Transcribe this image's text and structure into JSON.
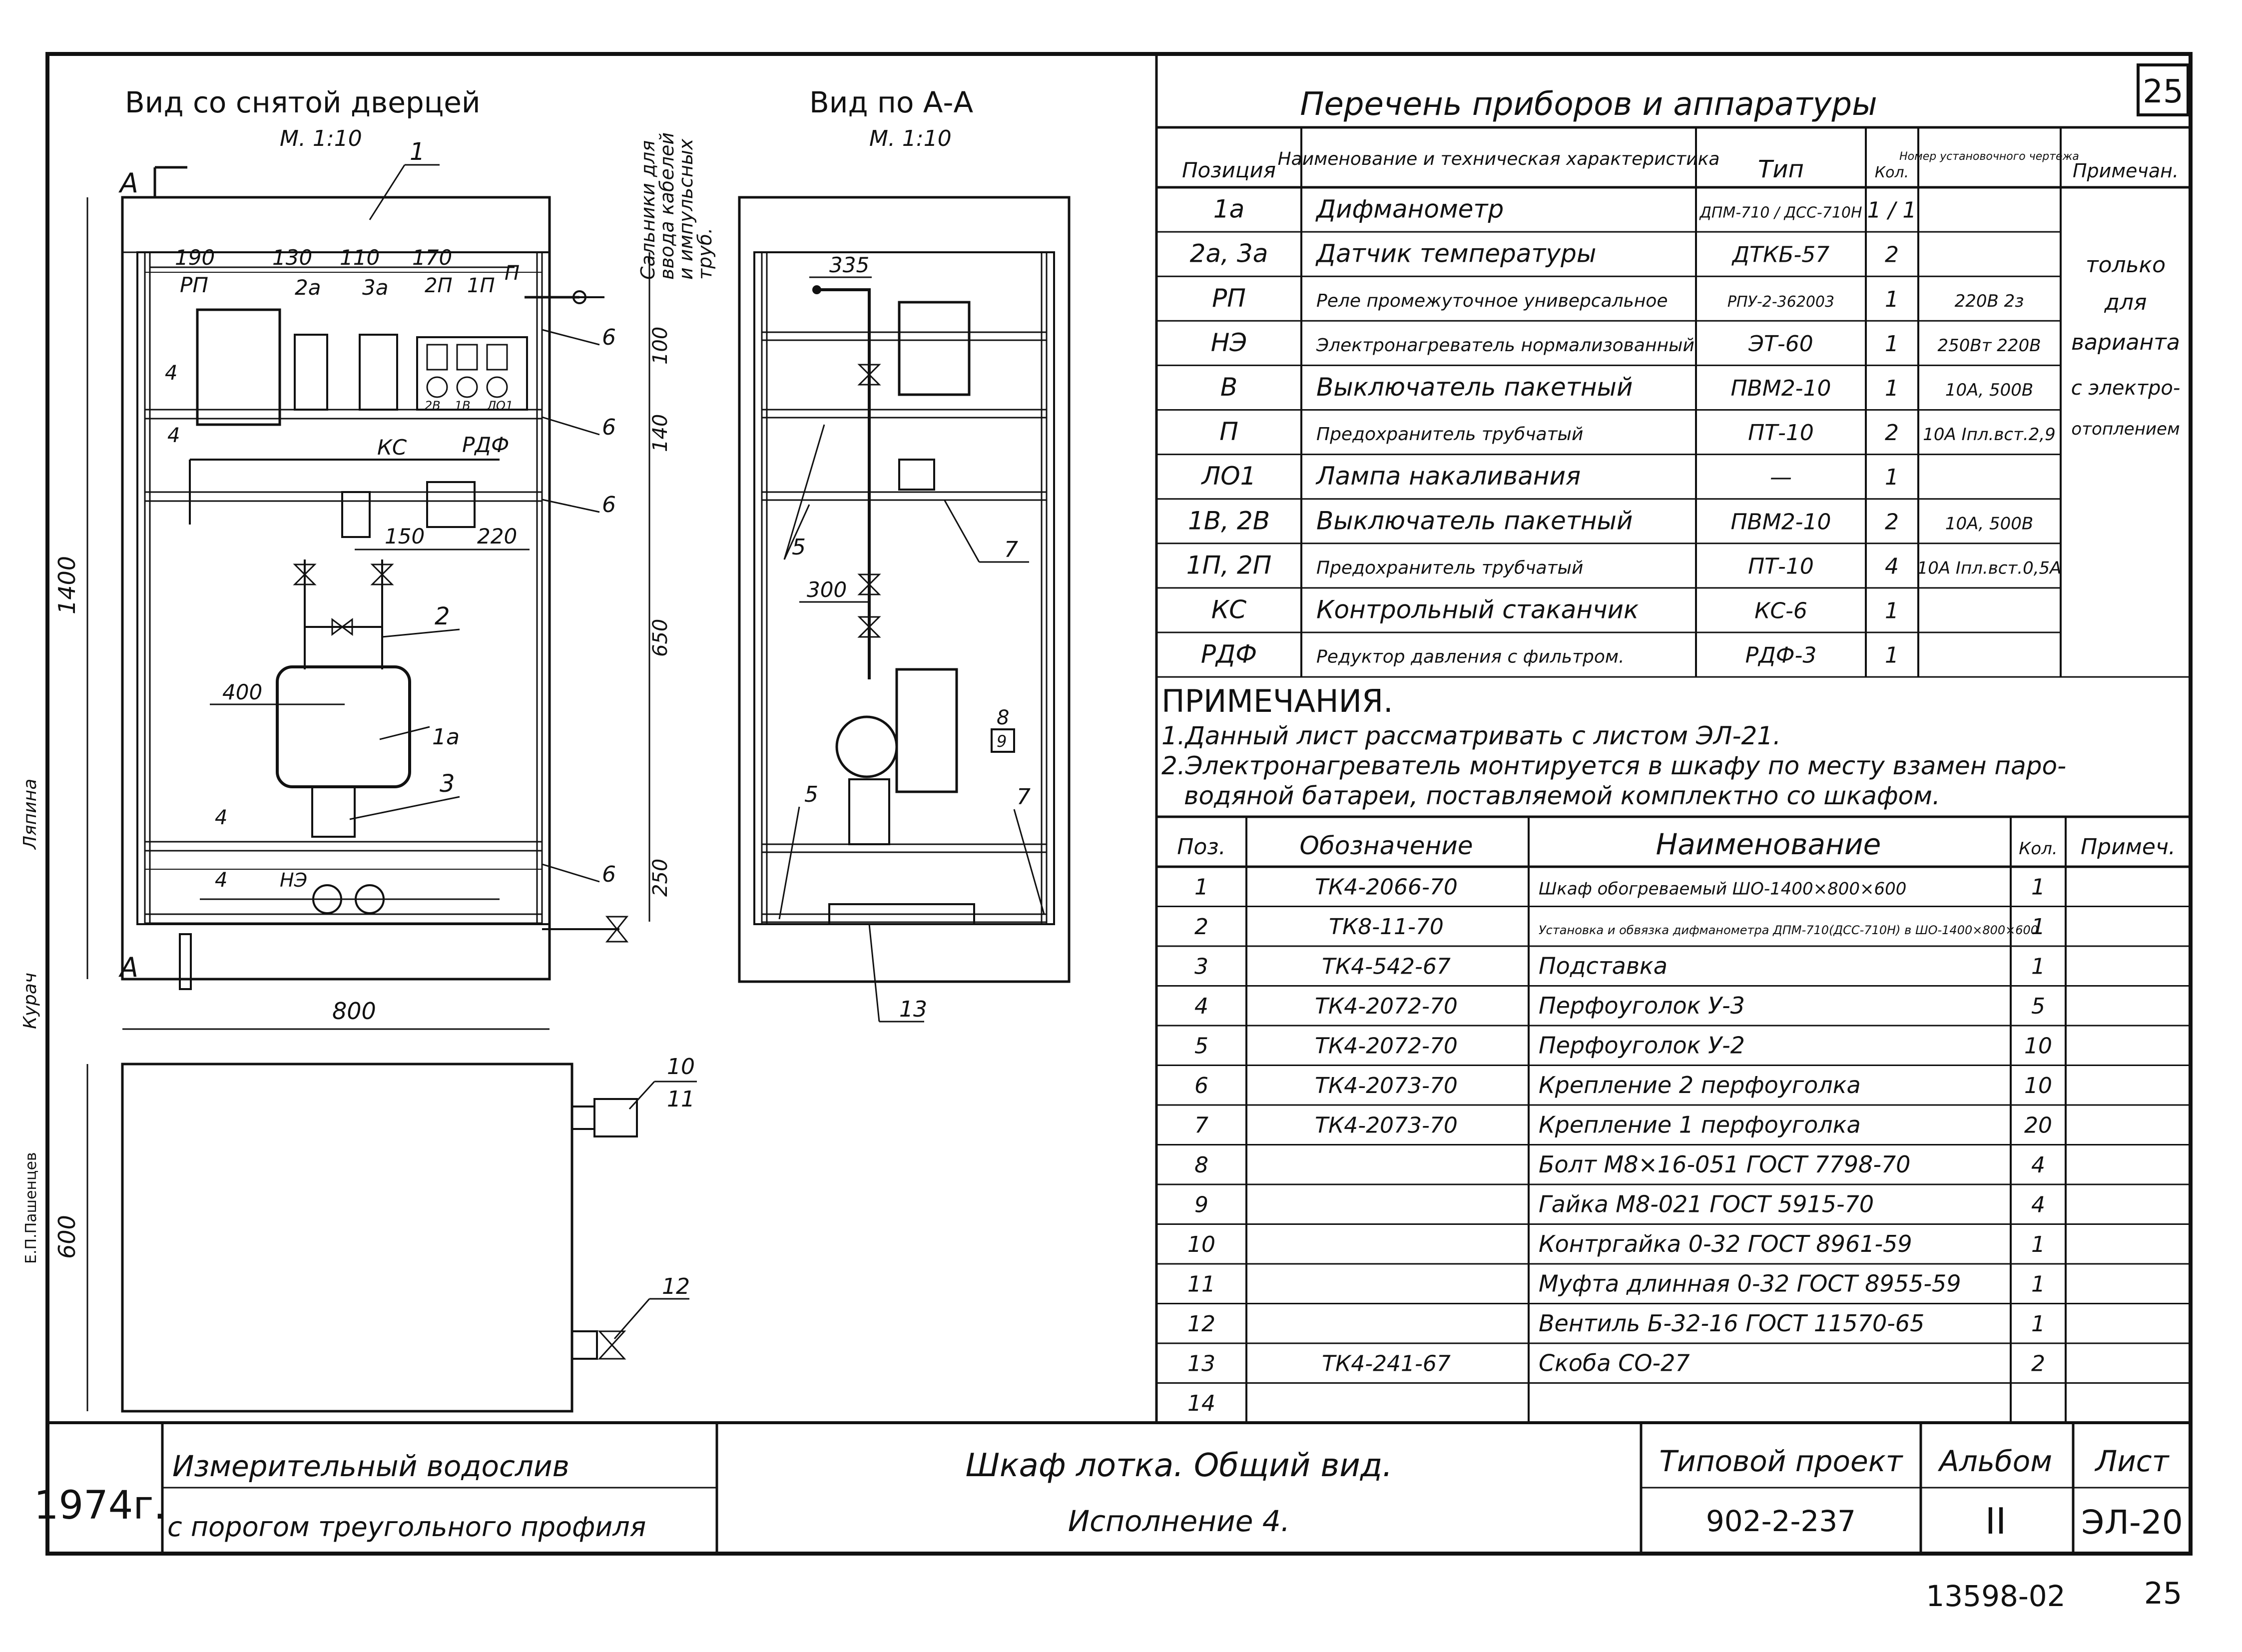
{
  "page_number_top": "25",
  "left_drawing": {
    "view1_title": "Вид со снятой дверцей",
    "view1_scale": "М. 1:10",
    "view2_title": "Вид по А-А",
    "view2_scale": "М. 1:10",
    "vertical_note": [
      "Сальники для",
      "ввода кабелей",
      "и импульсных",
      "труб."
    ],
    "section_mark": "А",
    "top_dims": [
      "190",
      "130",
      "110",
      "170"
    ],
    "dev_labels": [
      "РП",
      "2а",
      "3а",
      "2П",
      "1П",
      "П"
    ],
    "dev_bottom_labels": [
      "2В",
      "1В",
      "ЛО1"
    ],
    "mid_labels": [
      "КС",
      "РДФ"
    ],
    "dim_150": "150",
    "dim_220": "220",
    "dim_400": "400",
    "callouts_left": [
      "1",
      "2",
      "3",
      "1а",
      "4",
      "4",
      "4",
      "4",
      "6",
      "6",
      "6",
      "6",
      "НЭ"
    ],
    "right_dims": [
      "100",
      "140",
      "650",
      "250"
    ],
    "height_1400": "1400",
    "width_800": "800",
    "height_600": "600",
    "view2_dims": [
      "335",
      "300"
    ],
    "view2_callouts": [
      "5",
      "5",
      "7",
      "7",
      "8",
      "9",
      "13"
    ],
    "plan_callouts": [
      "10",
      "11",
      "12"
    ],
    "margin_words": [
      "Ляпина",
      "Курач",
      "Е.П.Пашенцев"
    ]
  },
  "devices_table": {
    "title": "Перечень приборов и аппаратуры",
    "headers": [
      "Позиция",
      "Наименование и техническая характеристика",
      "Тип",
      "Кол.",
      "Номер установочного чертежа",
      "Примечан."
    ],
    "rows": [
      [
        "1а",
        "Дифманометр",
        "ДПМ-710 / ДСС-710Н",
        "1 / 1",
        "",
        ""
      ],
      [
        "2а, 3а",
        "Датчик температуры",
        "ДТКБ-57",
        "2",
        "",
        ""
      ],
      [
        "РП",
        "Реле промежуточное универсальное",
        "РПУ-2-362003",
        "1",
        "220В 2з",
        ""
      ],
      [
        "НЭ",
        "Электронагреватель нормализованный",
        "ЭТ-60",
        "1",
        "250Вт 220В",
        ""
      ],
      [
        "В",
        "Выключатель пакетный",
        "ПВМ2-10",
        "1",
        "10А, 500В",
        ""
      ],
      [
        "П",
        "Предохранитель трубчатый",
        "ПТ-10",
        "2",
        "10А Iпл.вст.2,9",
        ""
      ],
      [
        "ЛО1",
        "Лампа накаливания",
        "—",
        "1",
        "",
        ""
      ],
      [
        "1В, 2В",
        "Выключатель пакетный",
        "ПВМ2-10",
        "2",
        "10А, 500В",
        ""
      ],
      [
        "1П, 2П",
        "Предохранитель трубчатый",
        "ПТ-10",
        "4",
        "10А Iпл.вст.0,5А",
        ""
      ],
      [
        "КС",
        "Контрольный стаканчик",
        "КС-6",
        "1",
        "",
        ""
      ],
      [
        "РДФ",
        "Редуктор давления с фильтром.",
        "РДФ-3",
        "1",
        "",
        ""
      ]
    ],
    "note_merged": "только для варианта с электро-отоплением"
  },
  "notes": {
    "heading": "ПРИМЕЧАНИЯ.",
    "lines": [
      "1.Данный лист рассматривать с листом ЭЛ-21.",
      "2.Электронагреватель монтируется в шкафу по месту взамен паро-",
      "водяной батареи, поставляемой комплектно со шкафом."
    ]
  },
  "spec_table": {
    "headers": [
      "Поз.",
      "Обозначение",
      "Наименование",
      "Кол.",
      "Примеч."
    ],
    "rows": [
      [
        "1",
        "ТК4-2066-70",
        "Шкаф обогреваемый ШО-1400×800×600",
        "1",
        ""
      ],
      [
        "2",
        "ТК8-11-70",
        "Установка и обвязка дифманометра ДПМ-710(ДСС-710Н) в ШО-1400×800×600",
        "1",
        ""
      ],
      [
        "3",
        "ТК4-542-67",
        "Подставка",
        "1",
        ""
      ],
      [
        "4",
        "ТК4-2072-70",
        "Перфоуголок У-3",
        "5",
        ""
      ],
      [
        "5",
        "ТК4-2072-70",
        "Перфоуголок У-2",
        "10",
        ""
      ],
      [
        "6",
        "ТК4-2073-70",
        "Крепление 2 перфоуголка",
        "10",
        ""
      ],
      [
        "7",
        "ТК4-2073-70",
        "Крепление 1 перфоуголка",
        "20",
        ""
      ],
      [
        "8",
        "",
        "Болт М8×16-051 ГОСТ 7798-70",
        "4",
        ""
      ],
      [
        "9",
        "",
        "Гайка М8-021 ГОСТ 5915-70",
        "4",
        ""
      ],
      [
        "10",
        "",
        "Контргайка 0-32 ГОСТ 8961-59",
        "1",
        ""
      ],
      [
        "11",
        "",
        "Муфта длинная 0-32 ГОСТ 8955-59",
        "1",
        ""
      ],
      [
        "12",
        "",
        "Вентиль Б-32-16 ГОСТ 11570-65",
        "1",
        ""
      ],
      [
        "13",
        "ТК4-241-67",
        "Скоба СО-27",
        "2",
        ""
      ],
      [
        "14",
        "",
        "",
        "",
        ""
      ]
    ]
  },
  "title_block": {
    "year": "1974г.",
    "object_line1": "Измерительный водослив",
    "object_line2": "с порогом треугольного профиля",
    "sheet_title_line1": "Шкаф лотка. Общий вид.",
    "sheet_title_line2": "Исполнение 4.",
    "project_label": "Типовой проект",
    "project_number": "902-2-237",
    "album_label": "Альбом",
    "album_value": "II",
    "sheet_label": "Лист",
    "sheet_value": "ЭЛ-20"
  },
  "bottom_stamp": "13598-02",
  "bottom_page": "25"
}
